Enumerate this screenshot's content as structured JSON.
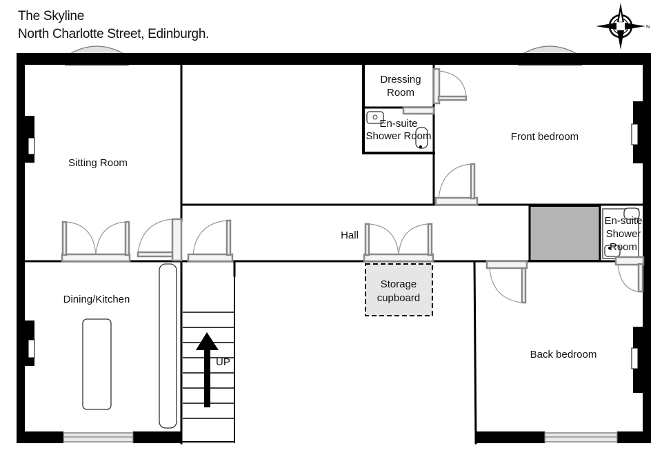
{
  "header": {
    "title_line1": "The Skyline",
    "title_line2": "North Charlotte Street, Edinburgh."
  },
  "compass": {
    "north_label": "N"
  },
  "rooms": {
    "sitting_room": "Sitting Room",
    "dining_kitchen": "Dining/Kitchen",
    "hall": "Hall",
    "dressing_room_1": "Dressing",
    "dressing_room_2": "Room",
    "ensuite_1_line1": "En-suite",
    "ensuite_1_line2": "Shower Room",
    "front_bedroom": "Front bedroom",
    "ensuite_2_line1": "En-suite",
    "ensuite_2_line2": "Shower",
    "ensuite_2_line3": "Room",
    "storage_line1": "Storage",
    "storage_line2": "cupboard",
    "back_bedroom": "Back bedroom",
    "stairs_label": "UP"
  },
  "colors": {
    "wall": "#000000",
    "void_fill": "#b4b4b4",
    "storage_fill": "#e6e6e6",
    "bay_fill": "#e0e0e0"
  }
}
